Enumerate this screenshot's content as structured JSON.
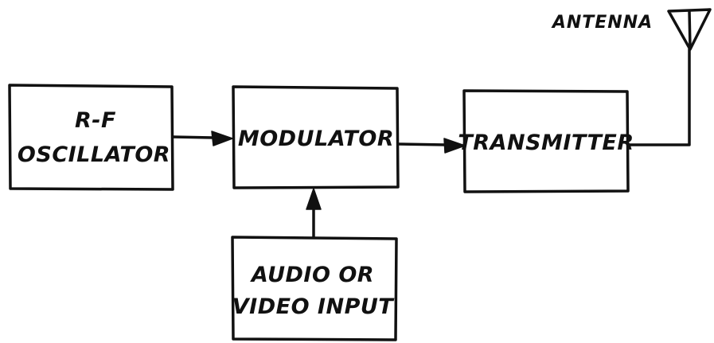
{
  "diagram": {
    "blocks": {
      "oscillator": {
        "line1": "R-F",
        "line2": "OSCILLATOR"
      },
      "modulator": {
        "label": "MODULATOR"
      },
      "transmitter": {
        "label": "TRANSMITTER"
      },
      "input": {
        "line1": "AUDIO OR",
        "line2": "VIDEO INPUT"
      }
    },
    "antenna": {
      "label": "ANTENNA"
    },
    "colors": {
      "ink": "#111111",
      "background": "#ffffff"
    }
  }
}
